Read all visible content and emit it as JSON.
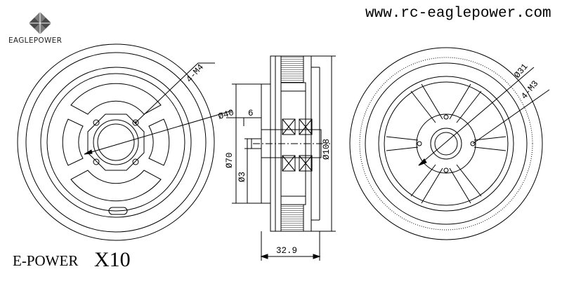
{
  "header": {
    "website": "www.rc-eaglepower.com",
    "brand": "EAGLEPOWER",
    "logo_icon": "eaglepower-diamond-logo"
  },
  "model": {
    "prefix": "E-POWER",
    "name": "X10"
  },
  "dimensions": {
    "front_bolt_pattern": "4-M4",
    "front_bolt_circle": "Ø40",
    "shaft_step": "6",
    "motor_diameter": "Ø108",
    "mount_diameter": "Ø70",
    "shaft_diameter": "Ø3",
    "body_length": "32.9",
    "rear_bolt_circle": "Ø31",
    "rear_bolt_pattern": "4-M3"
  }
}
